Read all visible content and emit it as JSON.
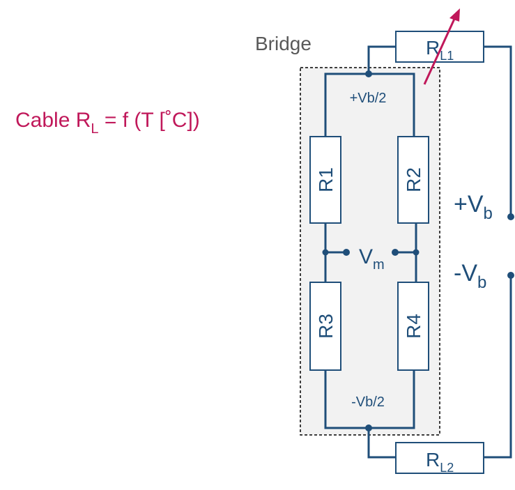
{
  "cable_label": {
    "prefix": "Cable R",
    "sub": "L",
    "suffix": " = f (T [˚C])"
  },
  "bridge_label": "Bridge",
  "top_node_label": "+Vb/2",
  "bottom_node_label": "-Vb/2",
  "resistors": {
    "r1": "R1",
    "r2": "R2",
    "r3": "R3",
    "r4": "R4"
  },
  "cable_resistors": {
    "rl1": {
      "main": "R",
      "sub": "L1"
    },
    "rl2": {
      "main": "R",
      "sub": "L2"
    }
  },
  "vm_label": {
    "main": "V",
    "sub": "m"
  },
  "supply_pos": {
    "main": "+V",
    "sub": "b"
  },
  "supply_neg": {
    "main": "-V",
    "sub": "b"
  },
  "colors": {
    "wire": "#1f4e79",
    "cable_text": "#c0185a",
    "arrow": "#c0185a",
    "bridge_fill": "#f2f2f2",
    "bridge_text": "#595959"
  }
}
